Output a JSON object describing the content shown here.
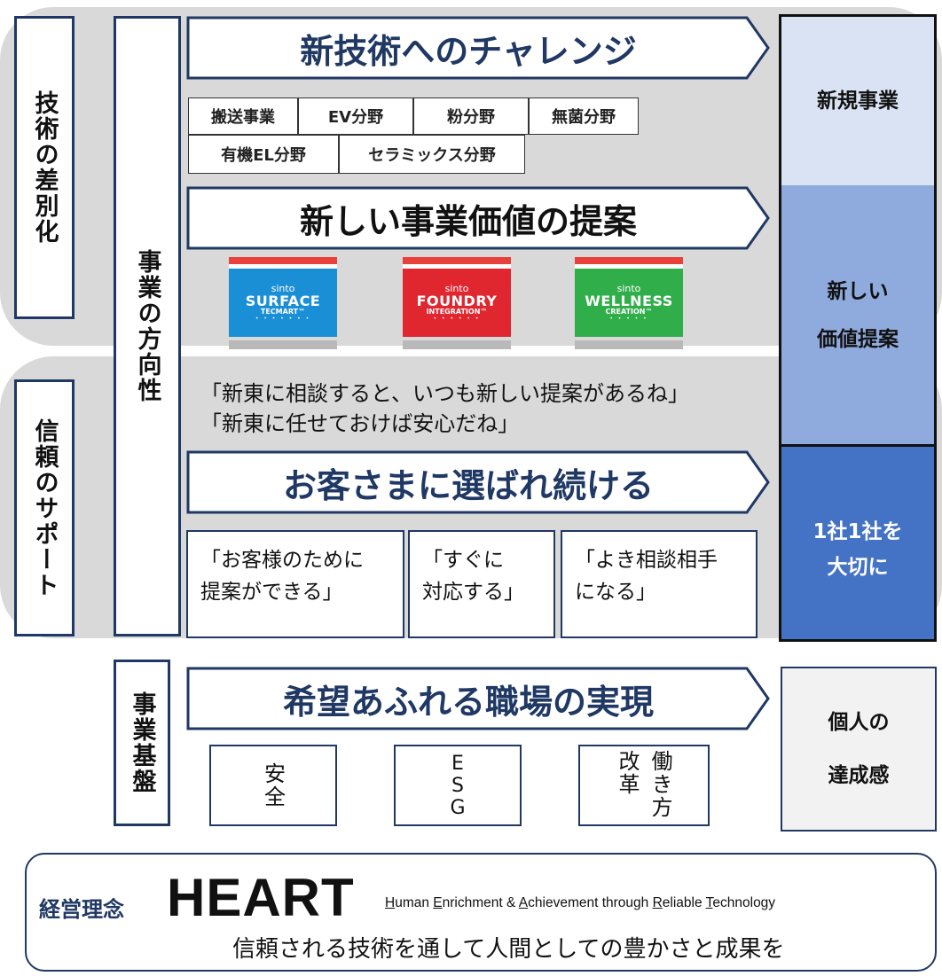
{
  "left_labels": {
    "tech": "技術の差別化",
    "trust": "信頼のサポート",
    "direction": "事業の方向性",
    "foundation": "事業基盤"
  },
  "arrows": {
    "challenge": "新技術へのチャレンジ",
    "proposal": "新しい事業価値の提案",
    "chosen": "お客さまに選ばれ続ける",
    "workplace": "希望あふれる職場の実現"
  },
  "fields": [
    "搬送事業",
    "EV分野",
    "粉分野",
    "無菌分野",
    "有機EL分野",
    "セラミックス分野"
  ],
  "brands": [
    {
      "small": "sinto",
      "main": "SURFACE",
      "sub": "TECMART™",
      "dots": "• • • • • • •",
      "color": "#1a8fd6"
    },
    {
      "small": "sinto",
      "main": "FOUNDRY",
      "sub": "INTEGRATION™",
      "dots": "• • • • • •",
      "color": "#e0262f"
    },
    {
      "small": "sinto",
      "main": "WELLNESS",
      "sub": "CREATION™",
      "dots": "• • • • •",
      "color": "#2fae4a"
    }
  ],
  "quotes": [
    "「新東に相談すると、いつも新しい提案があるね」",
    "「新東に任せておけば安心だね」"
  ],
  "customer_boxes": [
    {
      "line1": "「お客様のために",
      "line2": "提案ができる」"
    },
    {
      "line1": "「すぐに",
      "line2": "対応する」"
    },
    {
      "line1": "「よき相談相手",
      "line2": "になる」"
    }
  ],
  "foundation_items": {
    "safety": "安全",
    "esg": "ESG",
    "reform_a": "改革",
    "reform_b": "働き方"
  },
  "right_column": {
    "new_business": "新規事業",
    "new_value_1": "新しい",
    "new_value_2": "価値提案",
    "each_1": "1社1社を",
    "each_2": "大切に",
    "personal_1": "個人の",
    "personal_2": "達成感"
  },
  "philosophy": {
    "label": "経営理念",
    "name": "HEART",
    "english": {
      "H": "H",
      "w1": "uman ",
      "E": "E",
      "w2": "nrichment & ",
      "A": "A",
      "w3": "chievement through ",
      "R": "R",
      "w4": "eliable ",
      "T": "T",
      "w5": "echnology"
    },
    "japanese": "信頼される技術を通して人間としての豊かさと成果を"
  },
  "colors": {
    "navy": "#1f3864",
    "light_blue": "#dae3f3",
    "mid_blue": "#8faadc",
    "strong_blue": "#4472c4",
    "gray_band": "#d9d9d9",
    "pale_gray": "#f2f2f2"
  }
}
